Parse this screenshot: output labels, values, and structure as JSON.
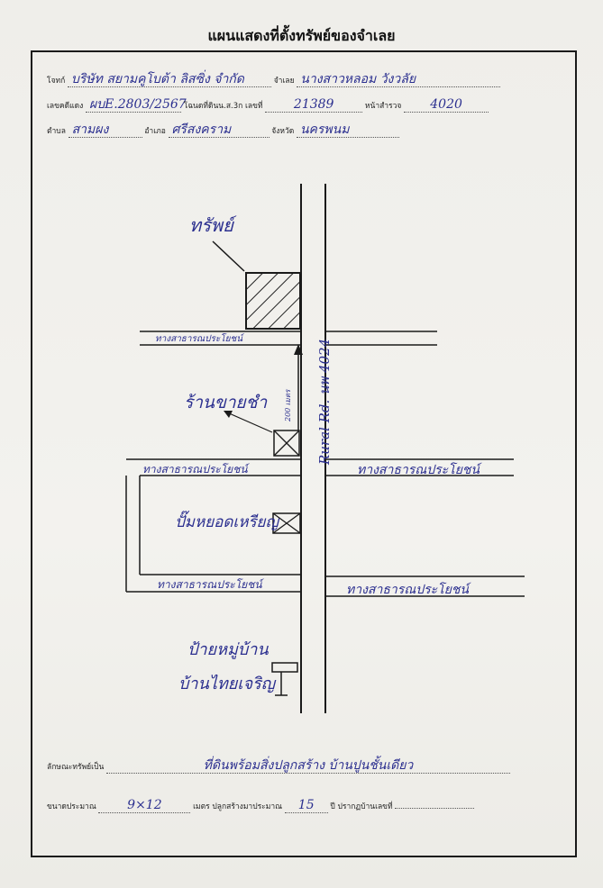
{
  "title": "แผนแสดงที่ตั้งทรัพย์ของจำเลย",
  "header": {
    "plaintiff_label": "โจทก์",
    "plaintiff_value": "บริษัท สยามคูโบต้า ลิสซิ่ง จำกัด",
    "defendant_label": "จำเลย",
    "defendant_value": "นางสาวหลอม วังวลัย",
    "case_label": "เลขคดีแดง",
    "case_value": "ผบE.2803/2567",
    "deed_label": "โฉนดที่ดินน.ส.3ก เลขที่",
    "deed_value": "21389",
    "survey_label": "หน้าสำรวจ",
    "survey_value": "4020",
    "subdistrict_label": "ตำบล",
    "subdistrict_value": "สามผง",
    "district_label": "อำเภอ",
    "district_value": "ศรีสงคราม",
    "province_label": "จังหวัด",
    "province_value": "นครพนม"
  },
  "map": {
    "property_label": "ทรัพย์",
    "shop_label": "ร้านขายชำ",
    "gas_label": "ปั๊มหยอดเหรียญ",
    "sign_label_1": "ป้ายหมู่บ้าน",
    "sign_label_2": "บ้านไทยเจริญ",
    "road_label": "Rural Rd. นพ 4024",
    "distance_label": "200 เมตร",
    "public_way_1": "ทางสาธารณประโยชน์",
    "public_way_2_left": "ทางสาธารณประโยชน์",
    "public_way_2_right": "ทางสาธารณประโยชน์",
    "public_way_3_left": "ทางสาธารณประโยชน์",
    "public_way_3_right": "ทางสาธารณประโยชน์"
  },
  "footer": {
    "nature_label": "ลักษณะทรัพย์เป็น",
    "nature_value": "ที่ดินพร้อมสิ่งปลูกสร้าง บ้านปูนชั้นเดียว",
    "size_label": "ขนาดประมาณ",
    "size_value": "9×12",
    "built_label": "เมตร ปลูกสร้างมาประมาณ",
    "built_value": "15",
    "house_no_label": "ปี ปรากฏบ้านเลขที่",
    "house_no_value": ""
  }
}
